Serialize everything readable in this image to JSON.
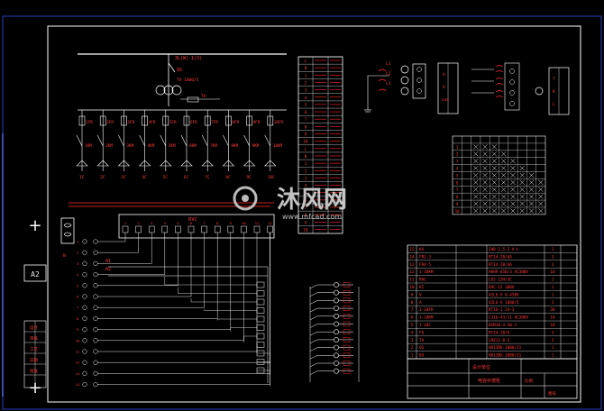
{
  "sheet": {
    "size_tag": "A2",
    "palette": {
      "background": "#000000",
      "frame": "#ffffff",
      "wiring": "#ff2a2a",
      "symbols": "#ffffff",
      "cyan": "#3ad6ff",
      "watermark": "#cfcfcf"
    }
  },
  "busbar": {
    "incoming_label": "3L(W)-1(3)",
    "qs_label": "QS",
    "tm_label": "TA 1000/5",
    "ct_label": "TA"
  },
  "branches": [
    {
      "fuse": "1FR",
      "switch": "1KM",
      "cap": "1C"
    },
    {
      "fuse": "2FR",
      "switch": "2KM",
      "cap": "2C"
    },
    {
      "fuse": "3FR",
      "switch": "3KM",
      "cap": "3C"
    },
    {
      "fuse": "4FR",
      "switch": "4KM",
      "cap": "4C"
    },
    {
      "fuse": "5FR",
      "switch": "5KM",
      "cap": "5C"
    },
    {
      "fuse": "6FR",
      "switch": "6KM",
      "cap": "6C"
    },
    {
      "fuse": "7FR",
      "switch": "7KM",
      "cap": "7C"
    },
    {
      "fuse": "8FR",
      "switch": "8KM",
      "cap": "8C"
    },
    {
      "fuse": "9FR",
      "switch": "9KM",
      "cap": "9C"
    },
    {
      "fuse": "10FR",
      "switch": "10KM",
      "cap": "10C"
    }
  ],
  "controller": {
    "label": "RVC",
    "ports": [
      "1",
      "2",
      "3",
      "4",
      "5",
      "6",
      "7",
      "8",
      "9",
      "10",
      "11",
      "12"
    ],
    "side_labels": [
      "A1",
      "A2",
      "N"
    ]
  },
  "output_lines": [
    "1",
    "2",
    "3",
    "4",
    "5",
    "6",
    "7",
    "8",
    "9",
    "10",
    "11",
    "12",
    "13",
    "14"
  ],
  "terminals": [
    "L",
    "N",
    "1",
    "2",
    "3",
    "4",
    "5",
    "6",
    "7",
    "8",
    "9",
    "10"
  ],
  "meters": {
    "left_labels": [
      "L1",
      "L2",
      "L3"
    ],
    "left_caption": [
      "A",
      "V",
      "cos"
    ],
    "right_caption": [
      "T",
      "K",
      "L"
    ]
  },
  "table_rows": [
    {
      "no": "15",
      "code": "KA",
      "spec": "JH8-2.5 2 A L",
      "qty": "1"
    },
    {
      "no": "14",
      "code": "FR1-3",
      "spec": "RT14-20/6A",
      "qty": "3"
    },
    {
      "no": "13",
      "code": "FR4-5",
      "spec": "RT14-20/4A",
      "qty": "3"
    },
    {
      "no": "12",
      "code": "1-10KM",
      "spec": "AKH9-65B/3 AC380V",
      "qty": "10"
    },
    {
      "no": "11",
      "code": "RVC",
      "spec": "LX5 12H/3C",
      "qty": "1"
    },
    {
      "no": "10",
      "code": "KI",
      "spec": "RVC-12 380V",
      "qty": "1"
    },
    {
      "no": "9",
      "code": "V",
      "spec": "42L6-V 0-450V",
      "qty": "1"
    },
    {
      "no": "8",
      "code": "A",
      "spec": "42L6-A 1000/5",
      "qty": "3"
    },
    {
      "no": "7",
      "code": "1-10FR",
      "spec": "RT16-1 24-3",
      "qty": "30"
    },
    {
      "no": "6",
      "code": "1-10KM",
      "spec": "CJ16-43/11 AC380V",
      "qty": "10"
    },
    {
      "no": "5",
      "code": "1-10C",
      "spec": "BSMJ0.4-30-3",
      "qty": "10"
    },
    {
      "no": "4",
      "code": "FU",
      "spec": "RT14-20/6",
      "qty": "3"
    },
    {
      "no": "3",
      "code": "TA",
      "spec": "LMZJ1-0.5",
      "qty": "3"
    },
    {
      "no": "2",
      "code": "QS",
      "spec": "HD13BX-1000/31",
      "qty": "1"
    },
    {
      "no": "1",
      "code": "BX",
      "spec": "HD13BX-1000/31",
      "qty": "1"
    }
  ],
  "title_block": {
    "company": "设计单位",
    "drawing": "电容补偿柜",
    "scale": "比例",
    "sheet": "图号"
  },
  "watermark": {
    "brand": "沐风网",
    "url": "www.mfcad.com"
  },
  "left_strip": {
    "labels": [
      "A2",
      "设计",
      "审核",
      "工艺",
      "日期",
      "批准"
    ]
  }
}
